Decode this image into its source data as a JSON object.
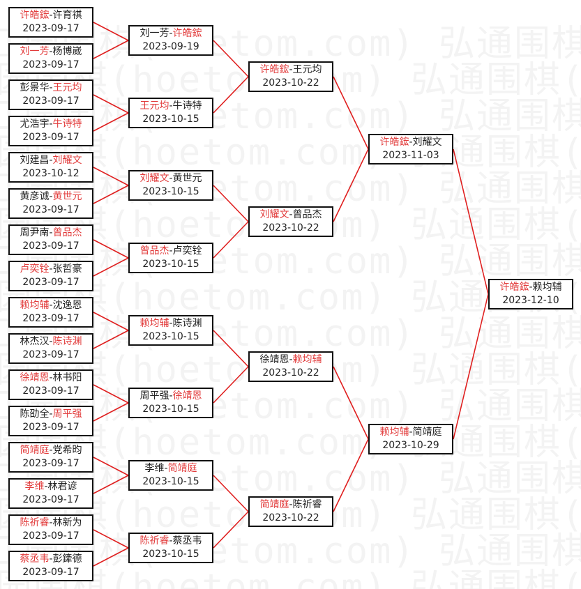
{
  "watermark": {
    "text": "江园围棋(hoetom.com) 弘通围棋(hoetom.com) 弘通围棋"
  },
  "colors": {
    "winner": "#e23b3b",
    "line": "#e02020",
    "text": "#222222"
  },
  "round1": [
    {
      "p1": "许皓鋐",
      "p2": "许育祺",
      "winner": 1,
      "date": "2023-09-17"
    },
    {
      "p1": "刘一芳",
      "p2": "杨博崴",
      "winner": 1,
      "date": "2023-09-17"
    },
    {
      "p1": "彭景华",
      "p2": "王元均",
      "winner": 2,
      "date": "2023-09-17"
    },
    {
      "p1": "尤浩宇",
      "p2": "牛诗特",
      "winner": 2,
      "date": "2023-09-17"
    },
    {
      "p1": "刘建昌",
      "p2": "刘耀文",
      "winner": 2,
      "date": "2023-10-12"
    },
    {
      "p1": "黄彦诚",
      "p2": "黄世元",
      "winner": 2,
      "date": "2023-09-17"
    },
    {
      "p1": "周尹南",
      "p2": "曾品杰",
      "winner": 2,
      "date": "2023-09-17"
    },
    {
      "p1": "卢奕铨",
      "p2": "张哲豪",
      "winner": 1,
      "date": "2023-09-17"
    },
    {
      "p1": "赖均辅",
      "p2": "沈逸恩",
      "winner": 1,
      "date": "2023-09-17"
    },
    {
      "p1": "林杰汉",
      "p2": "陈诗渊",
      "winner": 2,
      "date": "2023-09-17"
    },
    {
      "p1": "徐靖恩",
      "p2": "林书阳",
      "winner": 1,
      "date": "2023-09-17"
    },
    {
      "p1": "陈劭全",
      "p2": "周平强",
      "winner": 2,
      "date": "2023-09-17"
    },
    {
      "p1": "简靖庭",
      "p2": "党希昀",
      "winner": 1,
      "date": "2023-09-17"
    },
    {
      "p1": "李维",
      "p2": "林君谚",
      "winner": 1,
      "date": "2023-09-17"
    },
    {
      "p1": "陈祈睿",
      "p2": "林新为",
      "winner": 1,
      "date": "2023-09-17"
    },
    {
      "p1": "蔡丞韦",
      "p2": "彭鏲德",
      "winner": 1,
      "date": "2023-09-17"
    }
  ],
  "round2": [
    {
      "p1": "刘一芳",
      "p2": "许皓鋐",
      "winner": 2,
      "date": "2023-09-19"
    },
    {
      "p1": "王元均",
      "p2": "牛诗特",
      "winner": 1,
      "date": "2023-10-15"
    },
    {
      "p1": "刘耀文",
      "p2": "黄世元",
      "winner": 1,
      "date": "2023-10-15"
    },
    {
      "p1": "曾品杰",
      "p2": "卢奕铨",
      "winner": 1,
      "date": "2023-10-15"
    },
    {
      "p1": "赖均辅",
      "p2": "陈诗渊",
      "winner": 1,
      "date": "2023-10-15"
    },
    {
      "p1": "周平强",
      "p2": "徐靖恩",
      "winner": 2,
      "date": "2023-10-15"
    },
    {
      "p1": "李维",
      "p2": "简靖庭",
      "winner": 2,
      "date": "2023-10-15"
    },
    {
      "p1": "陈祈睿",
      "p2": "蔡丞韦",
      "winner": 1,
      "date": "2023-10-15"
    }
  ],
  "round3": [
    {
      "p1": "许皓鋐",
      "p2": "王元均",
      "winner": 1,
      "date": "2023-10-22"
    },
    {
      "p1": "刘耀文",
      "p2": "曾品杰",
      "winner": 1,
      "date": "2023-10-22"
    },
    {
      "p1": "徐靖恩",
      "p2": "赖均辅",
      "winner": 2,
      "date": "2023-10-22"
    },
    {
      "p1": "简靖庭",
      "p2": "陈祈睿",
      "winner": 1,
      "date": "2023-10-22"
    }
  ],
  "round4": [
    {
      "p1": "许皓鋐",
      "p2": "刘耀文",
      "winner": 1,
      "date": "2023-11-03"
    },
    {
      "p1": "赖均辅",
      "p2": "简靖庭",
      "winner": 1,
      "date": "2023-10-29"
    }
  ],
  "round5": [
    {
      "p1": "许皓鋐",
      "p2": "赖均辅",
      "winner": 1,
      "date": "2023-12-10"
    }
  ]
}
